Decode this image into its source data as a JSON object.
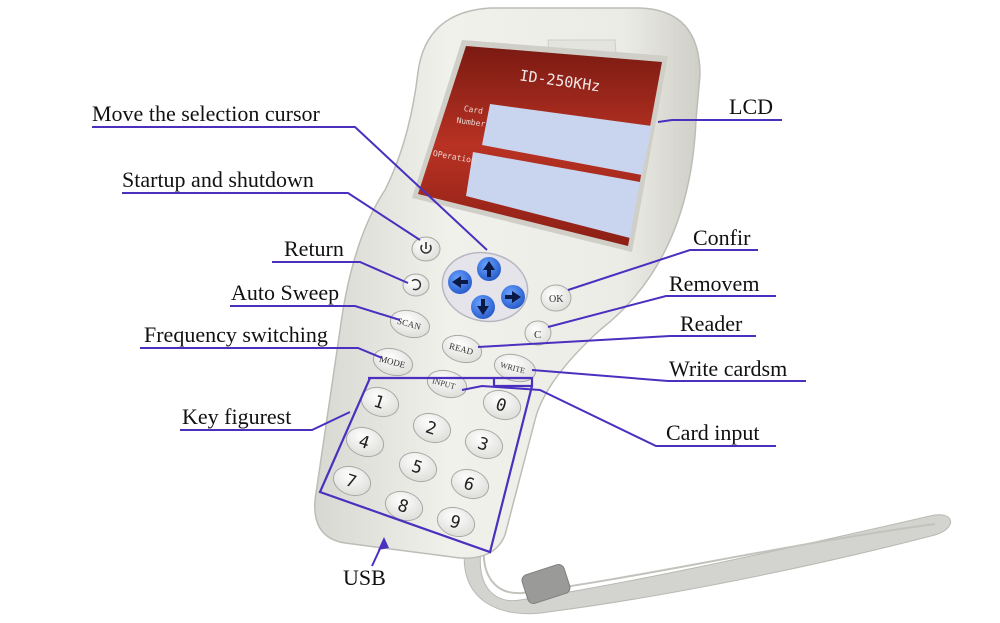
{
  "annotations": {
    "move_cursor": "Move the selection cursor",
    "startup": "Startup and shutdown",
    "return": "Return",
    "auto_sweep": "Auto Sweep",
    "freq_switch": "Frequency switching",
    "key_figures": "Key figurest",
    "usb": "USB",
    "lcd": "LCD",
    "confirm": "Confir",
    "remove": "Removem",
    "reader": "Reader",
    "write_cards": "Write cardsm",
    "card_input": "Card input"
  },
  "screen": {
    "title": "ID-250KHz",
    "field1_label_line1": "Card",
    "field1_label_line2": "Number",
    "field2_label": "OPeration"
  },
  "keys": {
    "ok": "OK",
    "c": "C",
    "scan": "SCAN",
    "read": "READ",
    "mode": "MODE",
    "write": "WRITE",
    "input": "INPUT",
    "digits": [
      "1",
      "2",
      "3",
      "4",
      "5",
      "6",
      "7",
      "8",
      "9",
      "0"
    ]
  },
  "colors": {
    "leader_line": "#4b2fbf",
    "device_body": "#ebebe6",
    "screen_red": "#a2281e",
    "field_blue": "#c7d4ee",
    "arrow_blue": "#3a78e6"
  }
}
